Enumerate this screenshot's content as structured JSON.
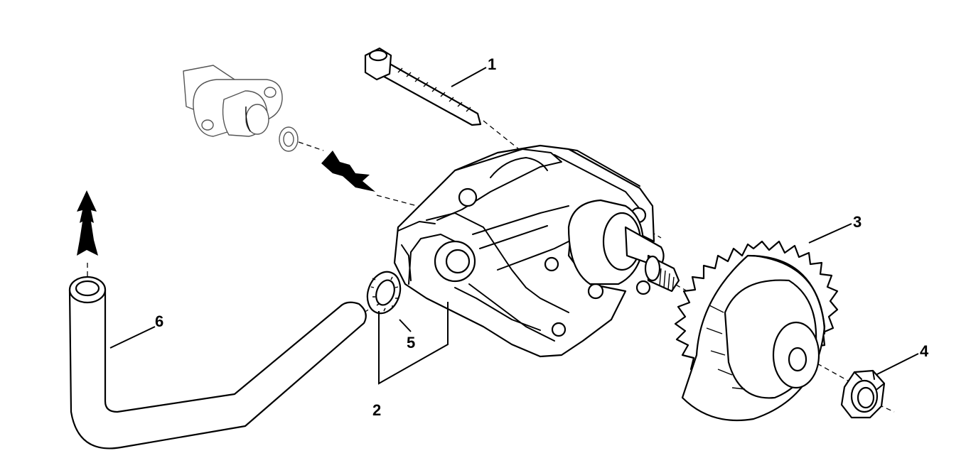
{
  "callouts": [
    {
      "id": "1",
      "label": "1",
      "part": "bolt"
    },
    {
      "id": "2",
      "label": "2",
      "part": "pump-assembly"
    },
    {
      "id": "3",
      "label": "3",
      "part": "gear"
    },
    {
      "id": "4",
      "label": "4",
      "part": "nut"
    },
    {
      "id": "5",
      "label": "5",
      "part": "seal-washer"
    },
    {
      "id": "6",
      "label": "6",
      "part": "pipe"
    }
  ],
  "colors": {
    "ink": "#000000",
    "paper": "#ffffff",
    "ghost": "#555555"
  }
}
